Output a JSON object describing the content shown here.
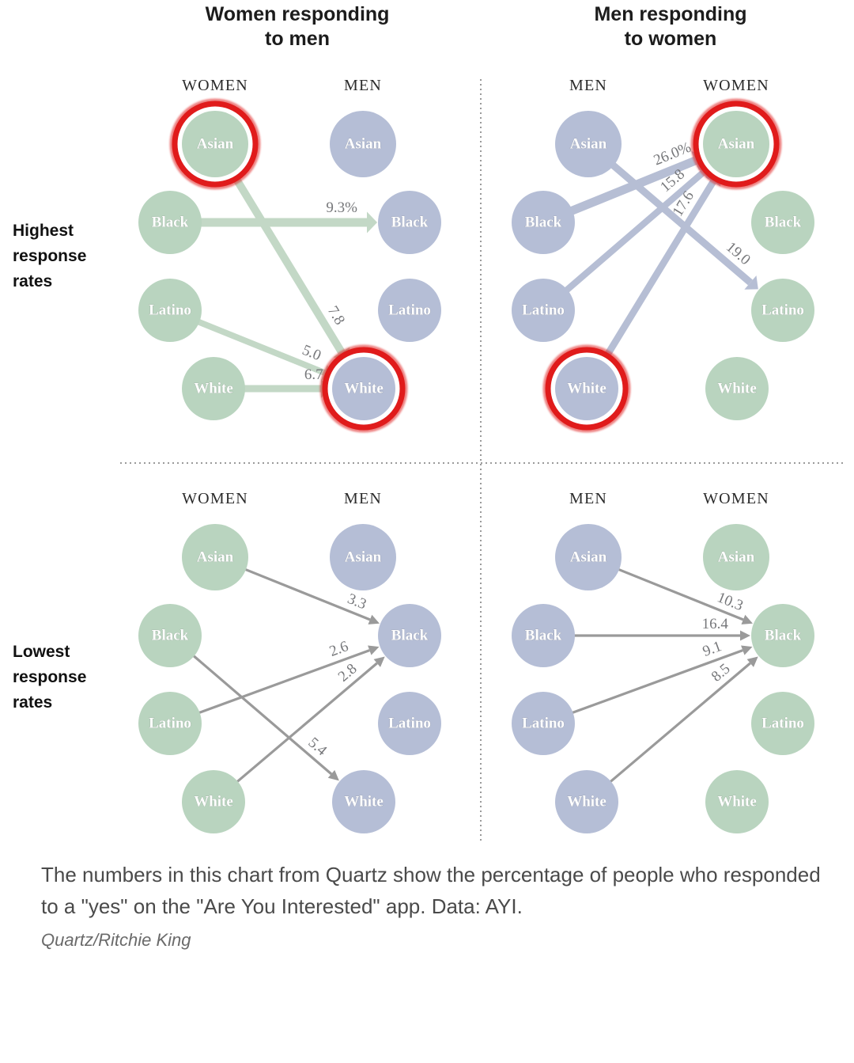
{
  "figure": {
    "panel_titles": {
      "left": "Women responding\nto men",
      "right": "Men responding\nto women"
    },
    "row_labels": {
      "top": "Highest\nresponse\nrates",
      "bottom": "Lowest\nresponse\nrates"
    },
    "caption": "The numbers in this chart from Quartz show the percentage of people who responded to a \"yes\" on the \"Are You Interested\" app. Data: AYI.",
    "credit": "Quartz/Ritchie King"
  },
  "colors": {
    "female_node": "#b9d4bf",
    "male_node": "#b5bed6",
    "female_edge": "#c3d8c6",
    "male_edge": "#b6bed4",
    "grey_edge": "#9a9a9a",
    "highlight_ring": "#e01b1b",
    "divider": "#9a9a9a",
    "label_text": "#76777a",
    "title_text": "#1c1c1c",
    "caption_text": "#4a4a4a"
  },
  "chart_data": {
    "type": "diagram",
    "title": "Response rates on the \"Are You Interested\" app by race and gender",
    "units": "percent of messages answered 'yes'",
    "categories": [
      "Asian",
      "Black",
      "Latino",
      "White"
    ],
    "panels": [
      {
        "id": "top-left",
        "title": "Women responding to men",
        "row": "Highest response rates",
        "source_column_header": "WOMEN",
        "target_column_header": "MEN",
        "source_gender": "women",
        "target_gender": "men",
        "highlight": [
          "source:Asian",
          "target:White"
        ],
        "edges": [
          {
            "from": "Black",
            "to": "Black",
            "value": 9.3,
            "label": "9.3%"
          },
          {
            "from": "Asian",
            "to": "White",
            "value": 7.8,
            "label": "7.8"
          },
          {
            "from": "Latino",
            "to": "White",
            "value": 5.0,
            "label": "5.0"
          },
          {
            "from": "White",
            "to": "White",
            "value": 6.7,
            "label": "6.7"
          }
        ]
      },
      {
        "id": "top-right",
        "title": "Men responding to women",
        "row": "Highest response rates",
        "source_column_header": "MEN",
        "target_column_header": "WOMEN",
        "source_gender": "men",
        "target_gender": "women",
        "highlight": [
          "source:White",
          "target:Asian"
        ],
        "edges": [
          {
            "from": "Black",
            "to": "Asian",
            "value": 26.0,
            "label": "26.0%"
          },
          {
            "from": "Latino",
            "to": "Asian",
            "value": 15.8,
            "label": "15.8"
          },
          {
            "from": "White",
            "to": "Asian",
            "value": 17.6,
            "label": "17.6"
          },
          {
            "from": "Asian",
            "to": "Latino",
            "value": 19.0,
            "label": "19.0"
          }
        ]
      },
      {
        "id": "bottom-left",
        "title": "Women responding to men",
        "row": "Lowest response rates",
        "source_column_header": "WOMEN",
        "target_column_header": "MEN",
        "source_gender": "women",
        "target_gender": "men",
        "highlight": [],
        "edges": [
          {
            "from": "Asian",
            "to": "Black",
            "value": 3.3,
            "label": "3.3"
          },
          {
            "from": "Latino",
            "to": "Black",
            "value": 2.6,
            "label": "2.6"
          },
          {
            "from": "White",
            "to": "Black",
            "value": 2.8,
            "label": "2.8"
          },
          {
            "from": "Black",
            "to": "White",
            "value": 5.4,
            "label": "5.4"
          }
        ]
      },
      {
        "id": "bottom-right",
        "title": "Men responding to women",
        "row": "Lowest response rates",
        "source_column_header": "MEN",
        "target_column_header": "WOMEN",
        "source_gender": "men",
        "target_gender": "women",
        "highlight": [],
        "edges": [
          {
            "from": "Asian",
            "to": "Black",
            "value": 10.3,
            "label": "10.3"
          },
          {
            "from": "Black",
            "to": "Black",
            "value": 16.4,
            "label": "16.4"
          },
          {
            "from": "Latino",
            "to": "Black",
            "value": 9.1,
            "label": "9.1"
          },
          {
            "from": "White",
            "to": "Black",
            "value": 8.5,
            "label": "8.5"
          }
        ]
      }
    ]
  }
}
